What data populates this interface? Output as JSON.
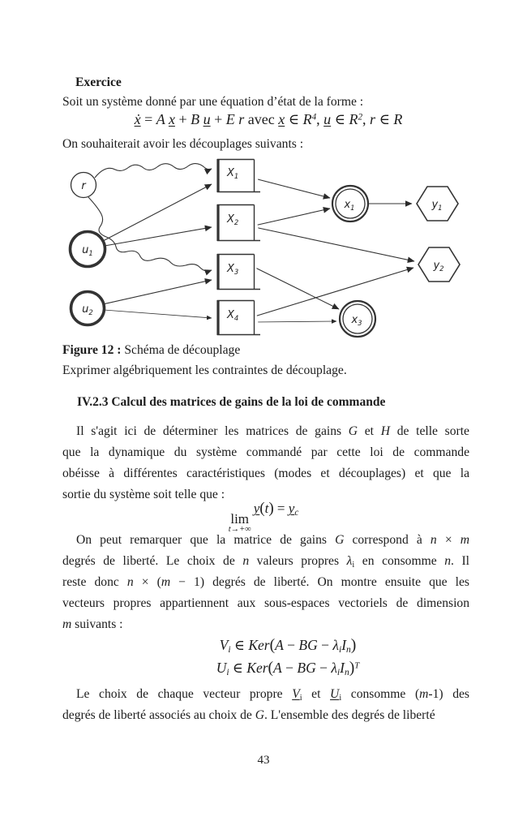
{
  "header": {
    "exercice": "Exercice"
  },
  "intro1": "Soit un système donné par une équation d’état de la forme :",
  "intro2": "On souhaiterait avoir les découplages suivants :",
  "eq1": {
    "xdot": "ẋ",
    "rel1": " = ",
    "A": "A",
    "x1": "x",
    "plus1": " + ",
    "B": "B",
    "u1": "u",
    "plus2": " + ",
    "E": "E",
    "r1": "r",
    "avec": " avec ",
    "x2": "x",
    "in1": " ∈ ",
    "R1": "R",
    "sup1": "4",
    "comma1": ", ",
    "u2": "u",
    "in2": " ∈ ",
    "R2": "R",
    "sup2": "2",
    "comma2": ", ",
    "r2": "r",
    "in3": " ∈ ",
    "R3": "R"
  },
  "diagram": {
    "nodes": {
      "r": "r",
      "u1": {
        "base": "u",
        "sub": "1"
      },
      "u2": {
        "base": "u",
        "sub": "2"
      },
      "X1": {
        "base": "X",
        "sub": "1"
      },
      "X2": {
        "base": "X",
        "sub": "2"
      },
      "X3": {
        "base": "X",
        "sub": "3"
      },
      "X4": {
        "base": "X",
        "sub": "4"
      },
      "x1": {
        "base": "x",
        "sub": "1"
      },
      "x3": {
        "base": "x",
        "sub": "3"
      },
      "y1": {
        "base": "y",
        "sub": "1"
      },
      "y2": {
        "base": "y",
        "sub": "2"
      }
    },
    "edges": [
      {
        "from": "r",
        "to": "X1",
        "style": "wavy"
      },
      {
        "from": "r",
        "to": "X3",
        "style": "wavy"
      },
      {
        "from": "u1",
        "to": "X1",
        "style": "straight"
      },
      {
        "from": "u1",
        "to": "X2",
        "style": "straight"
      },
      {
        "from": "u2",
        "to": "X3",
        "style": "straight"
      },
      {
        "from": "u2",
        "to": "X4",
        "style": "straight"
      },
      {
        "from": "X1",
        "to": "x1",
        "style": "straight"
      },
      {
        "from": "X2",
        "to": "x1",
        "style": "straight"
      },
      {
        "from": "X2",
        "to": "y2",
        "style": "straight"
      },
      {
        "from": "X3",
        "to": "x3",
        "style": "straight"
      },
      {
        "from": "X4",
        "to": "y2",
        "style": "straight"
      },
      {
        "from": "X4",
        "to": "x3",
        "style": "straight"
      },
      {
        "from": "x1",
        "to": "y1",
        "style": "straight"
      }
    ]
  },
  "figure": {
    "label": "Figure 12 :",
    "caption": " Schéma de découplage",
    "line2": "Exprimer algébriquement les contraintes de découplage."
  },
  "section": "IV.2.3 Calcul des matrices de gains de la loi de commande",
  "p1": {
    "l1": [
      "Il s'agit ici de déterminer les matrices de gains ",
      "G",
      " et ",
      "H",
      " de telle sorte"
    ],
    "l2": "que la dynamique du système commandé par cette loi de commande",
    "l3": "obéisse à différentes caractéristiques (modes et découplages) et que la",
    "l4": "sortie du système soit telle que :"
  },
  "eqlim": {
    "lim": "lim",
    "sub": "t→+∞",
    "y1": "y",
    "lp": "(",
    "t": "t",
    "rp": ")",
    "rel": " = ",
    "y2": "y",
    "c": "c"
  },
  "p2": {
    "l1": [
      "On peut remarquer que la matrice de gains ",
      "G",
      " correspond à ",
      "n",
      " × ",
      "m"
    ],
    "l2": [
      "degrés de liberté. Le choix de ",
      "n",
      " valeurs propres ",
      "λ",
      "i",
      " en consomme ",
      "n",
      ". Il"
    ],
    "l3": [
      "reste donc ",
      "n",
      " × (",
      "m",
      " − 1) degrés de liberté. On montre ensuite que les"
    ],
    "l4": "vecteurs propres appartiennent aux sous-espaces vectoriels de dimension",
    "l5": [
      "m",
      " suivants :"
    ]
  },
  "eqker1": {
    "V": "V",
    "i1": "i",
    "in": " ∈ ",
    "Ker": "Ker",
    "lp": "(",
    "A": "A",
    "m1": " − ",
    "BG": "BG",
    "m2": " − ",
    "lam": "λ",
    "i2": "i",
    "I": "I",
    "n": "n",
    "rp": ")"
  },
  "eqker2": {
    "U": "U",
    "i1": "i",
    "in": " ∈ ",
    "Ker": "Ker",
    "lp": "(",
    "A": "A",
    "m1": " − ",
    "BG": "BG",
    "m2": " − ",
    "lam": "λ",
    "i2": "i",
    "I": "I",
    "n": "n",
    "rp": ")",
    "T": "T"
  },
  "p3": {
    "l1": [
      "Le choix de chaque vecteur propre ",
      "V",
      "i",
      " et ",
      "U",
      "i",
      " consomme (",
      "m",
      "-1) des"
    ],
    "l2": [
      "degrés de liberté associés au choix de ",
      "G",
      ". L'ensemble des degrés de liberté"
    ]
  },
  "page_number": "43"
}
